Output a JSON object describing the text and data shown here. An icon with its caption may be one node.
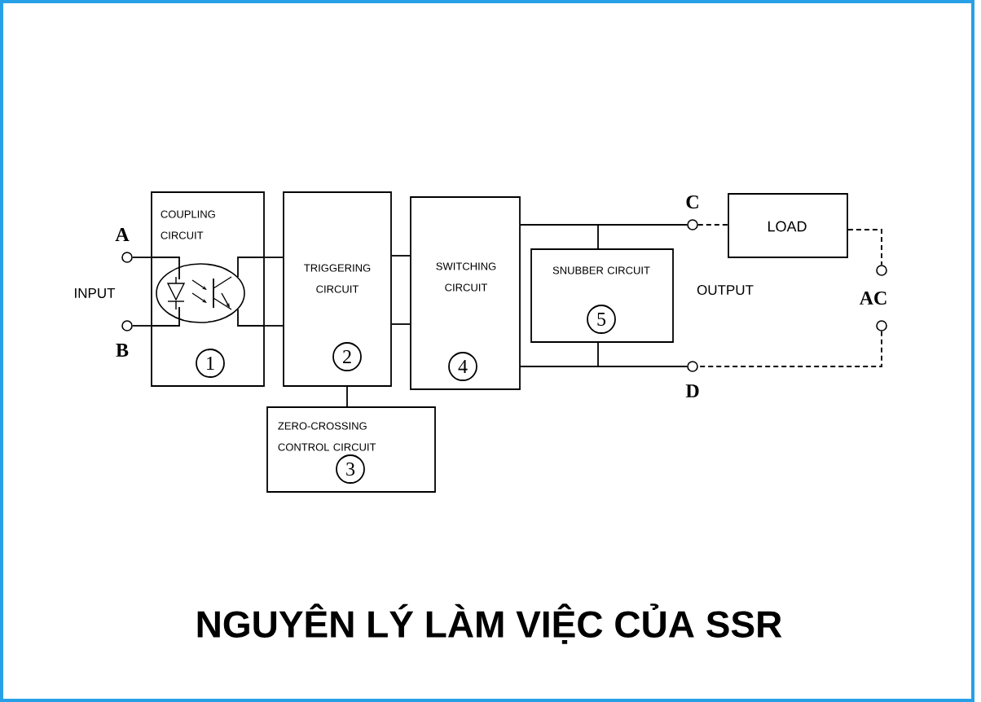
{
  "diagram": {
    "title": "NGUYÊN LÝ LÀM VIỆC CỦA SSR",
    "nodes": [
      {
        "text": [
          "COUPLING CIRCUIT",
          "1"
        ]
      },
      {
        "text": [
          "TRIGGERING CIRCUIT",
          "2"
        ]
      },
      {
        "text": [
          "ZERO-CROSSING CONTROL CIRCUIT",
          "3"
        ]
      },
      {
        "text": [
          "SWITCHING CIRCUIT",
          "4"
        ]
      },
      {
        "text": [
          "SNUBBER CIRCUIT",
          "5"
        ]
      },
      {
        "text": [
          "LOAD"
        ]
      },
      {
        "text": [],
        "shape": "circle",
        "beside": [
          "A"
        ]
      },
      {
        "text": [],
        "shape": "circle",
        "beside": [
          "B"
        ]
      },
      {
        "text": [],
        "shape": "circle",
        "beside": [
          "C"
        ]
      },
      {
        "text": [],
        "shape": "circle",
        "beside": [
          "D"
        ]
      },
      {
        "text": [],
        "shape": "circle"
      },
      {
        "text": [],
        "shape": "circle"
      }
    ],
    "edges": [
      {
        "from": 6,
        "to": 0,
        "arrow": "none"
      },
      {
        "from": 7,
        "to": 0,
        "arrow": "none"
      },
      {
        "from": 0,
        "to": 1,
        "arrow": "none"
      },
      {
        "from": 0,
        "to": 1,
        "arrow": "none"
      },
      {
        "from": 1,
        "to": 2,
        "arrow": "none"
      },
      {
        "from": 1,
        "to": 3,
        "arrow": "none"
      },
      {
        "from": 1,
        "to": 3,
        "arrow": "none"
      },
      {
        "from": 3,
        "to": 8,
        "arrow": "none"
      },
      {
        "from": 4,
        "to": 8,
        "arrow": "none"
      },
      {
        "from": 3,
        "to": 9,
        "arrow": "none"
      },
      {
        "from": 4,
        "to": 9,
        "arrow": "none"
      },
      {
        "from": 8,
        "to": 5,
        "arrow": "none",
        "style": "dashed"
      },
      {
        "from": 5,
        "to": 10,
        "arrow": "none",
        "style": "dashed"
      },
      {
        "from": 11,
        "to": 9,
        "arrow": "none",
        "style": "dashed"
      }
    ],
    "labels": [
      "INPUT",
      "OUTPUT",
      "AC"
    ]
  }
}
